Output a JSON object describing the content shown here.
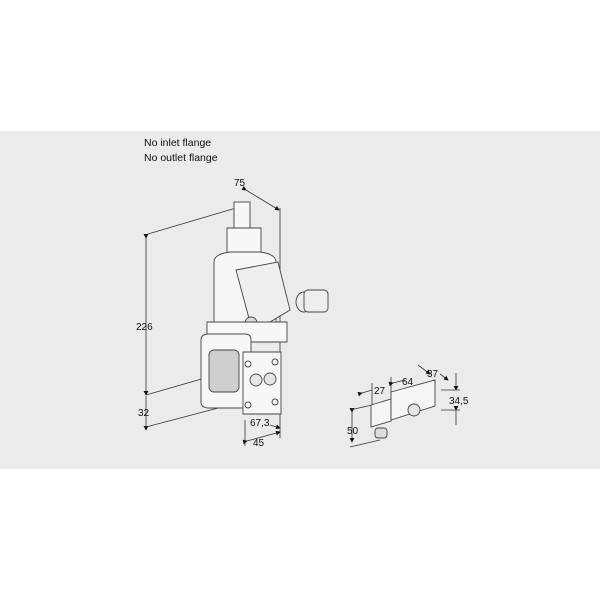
{
  "notes": [
    "No inlet flange",
    "No outlet flange"
  ],
  "main_view": {
    "dimensions": {
      "width_top": "75",
      "height": "226",
      "bottom_offset": "32",
      "depth": "67,3",
      "base_width": "45"
    }
  },
  "detail_view": {
    "dimensions": {
      "left": "27",
      "middle": "64",
      "right": "37",
      "height_right": "34,5",
      "height_left": "50"
    }
  }
}
